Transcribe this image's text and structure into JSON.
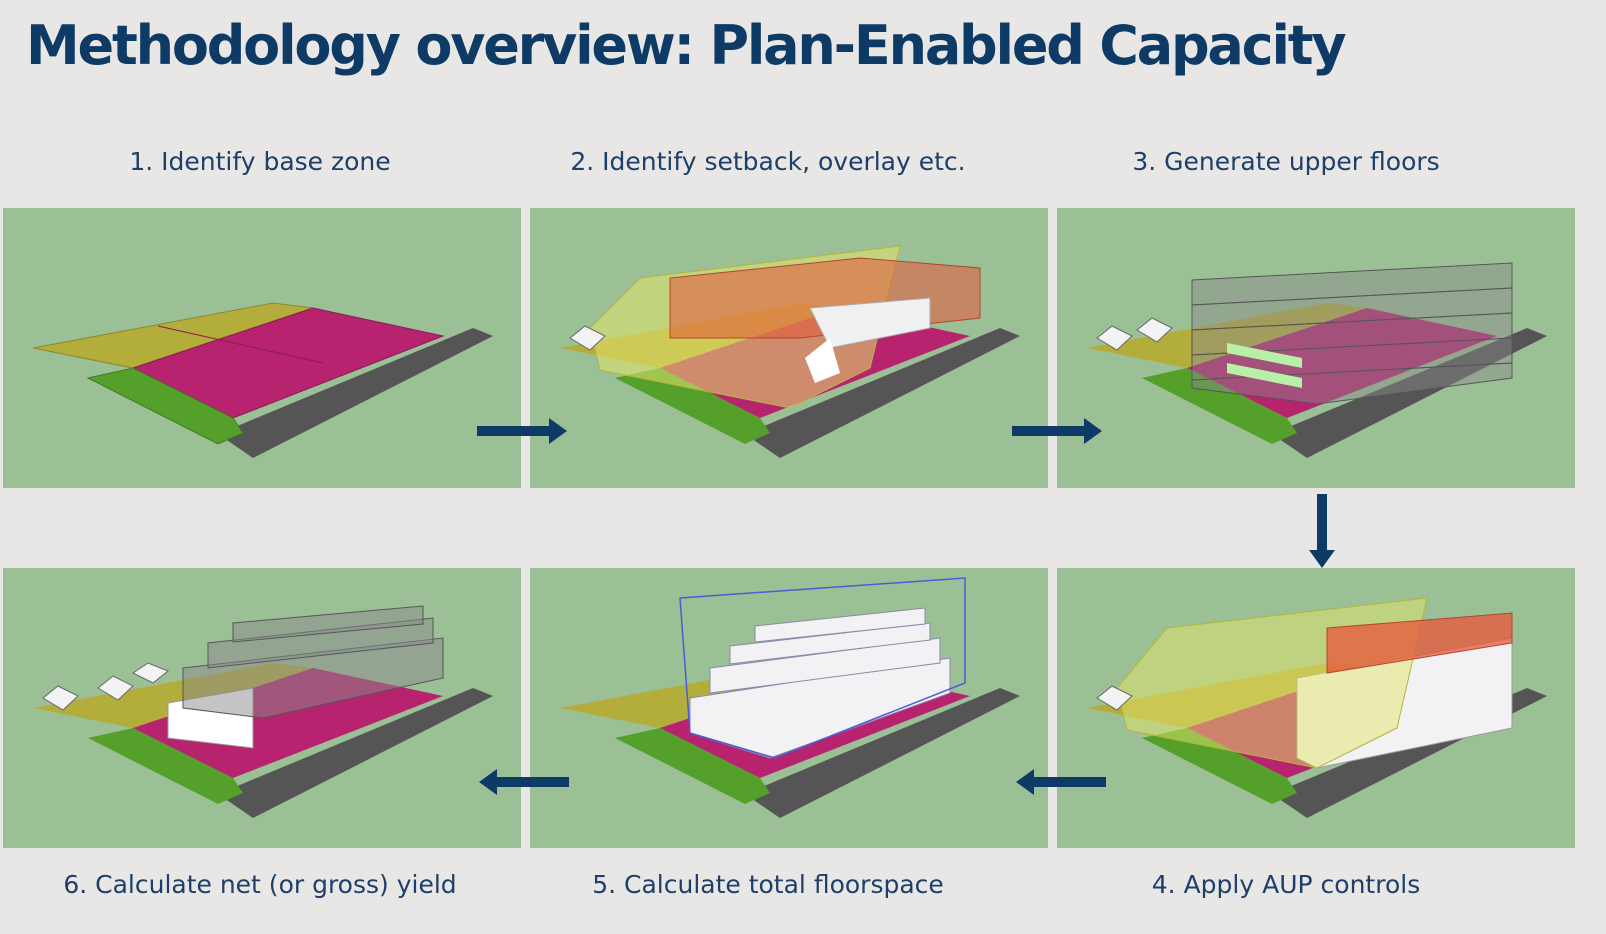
{
  "title": "Methodology overview: Plan-Enabled Capacity",
  "steps": [
    {
      "label": "1. Identify base zone"
    },
    {
      "label": "2. Identify setback, overlay etc."
    },
    {
      "label": "3. Generate upper floors"
    },
    {
      "label": "4. Apply AUP controls"
    },
    {
      "label": "5. Calculate total floorspace"
    },
    {
      "label": "6. Calculate net (or gross) yield"
    }
  ],
  "colors": {
    "background": "#e8e7e5",
    "title": "#0e3a66",
    "caption": "#1d3f6a",
    "panel": "#9cc096",
    "arrow": "#0e3a66",
    "base_zone": "#b8236f",
    "neighbour_lot": "#b3ad3c",
    "reserve": "#55a02b",
    "road": "#555555",
    "overlay": "#e2e36a",
    "height_limit": "#e8553a",
    "floor_mass": "#8a8a8a",
    "floorspace": "#f2f2f4"
  },
  "icons": [
    "arrow-right-icon",
    "arrow-down-icon",
    "arrow-left-icon"
  ]
}
